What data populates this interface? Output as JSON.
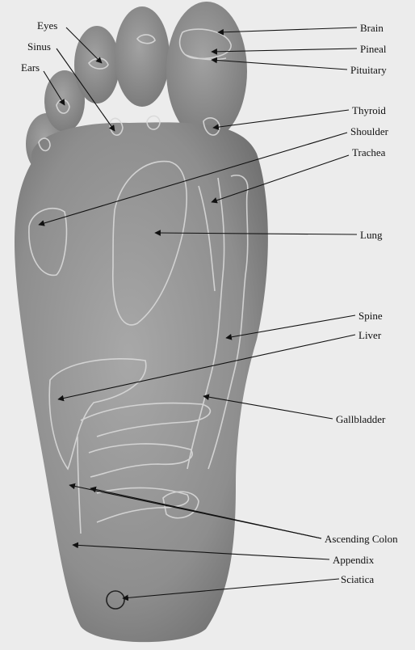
{
  "labels": {
    "eyes": "Eyes",
    "sinus": "Sinus",
    "ears": "Ears",
    "brain": "Brain",
    "pineal": "Pineal",
    "pituitary": "Pituitary",
    "thyroid": "Thyroid",
    "shoulder": "Shoulder",
    "trachea": "Trachea",
    "lung": "Lung",
    "spine": "Spine",
    "liver": "Liver",
    "gallbladder": "Gallbladder",
    "ascending_colon": "Ascending Colon",
    "appendix": "Appendix",
    "sciatica": "Sciatica"
  }
}
